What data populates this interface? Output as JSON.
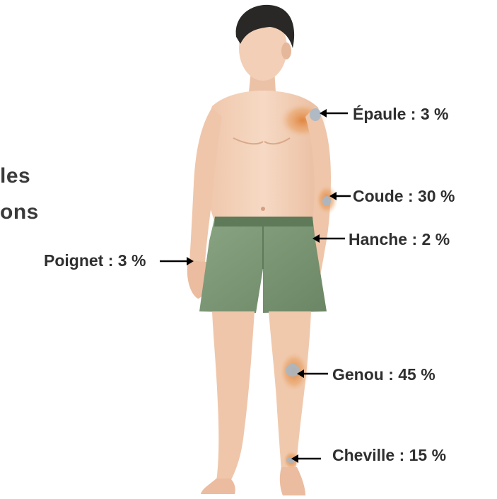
{
  "heading_fragment": {
    "line1": "les",
    "line2": "ons"
  },
  "joints": [
    {
      "id": "epaule",
      "label": "Épaule : 3 %",
      "percent": 3
    },
    {
      "id": "coude",
      "label": "Coude : 30 %",
      "percent": 30
    },
    {
      "id": "hanche",
      "label": "Hanche : 2 %",
      "percent": 2
    },
    {
      "id": "poignet",
      "label": "Poignet : 3 %",
      "percent": 3
    },
    {
      "id": "genou",
      "label": "Genou : 45 %",
      "percent": 45
    },
    {
      "id": "cheville",
      "label": "Cheville : 15 %",
      "percent": 15
    }
  ],
  "colors": {
    "skin": "#f2cfb6",
    "skin_shadow": "#e2b296",
    "hair": "#2a2826",
    "shorts": "#7f9a78",
    "shorts_dark": "#5e7a58",
    "inflammation": "#e08a45",
    "joint": "#a7b8c8",
    "text": "#2f2f2f"
  }
}
